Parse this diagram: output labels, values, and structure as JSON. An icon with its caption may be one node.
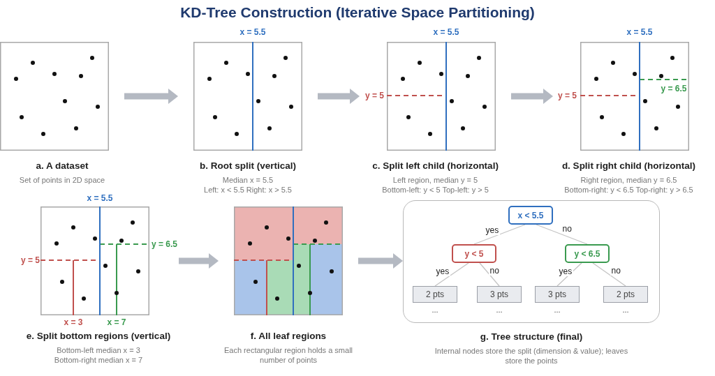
{
  "diagram": {
    "title": "KD-Tree Construction (Iterative Space Partitioning)",
    "nodes": [
      {
        "text": [
          "a. A dataset",
          "Set of points in 2D space"
        ]
      },
      {
        "text": [
          "b. Root split (vertical)",
          "Median x = 5.5",
          "Left: x < 5.5 Right: x > 5.5"
        ],
        "beside": [
          "x = 5.5"
        ]
      },
      {
        "text": [
          "c. Split left child (horizontal)",
          "Left region, median y = 5",
          "Bottom-left: y < 5 Top-left: y > 5"
        ],
        "beside": [
          "x = 5.5",
          "y = 5"
        ]
      },
      {
        "text": [
          "d. Split right child (horizontal)",
          "Right region, median y = 6.5",
          "Bottom-right: y < 6.5 Top-right: y > 6.5"
        ],
        "beside": [
          "x = 5.5",
          "y = 5"
        ]
      },
      {
        "text": [
          "e. Split bottom regions (vertical)",
          "Bottom-left median x = 3",
          "Bottom-right median x = 7"
        ],
        "beside": [
          "x = 5.5",
          "y = 6.5",
          "y = 5",
          "x = 3",
          "x = 7"
        ]
      },
      {
        "text": [
          "f. All leaf regions",
          "Each rectangular region holds a small number of points"
        ]
      },
      {
        "text": [
          "g. Tree structure (final)",
          "Internal nodes store the split (dimension & value); leaves store the points"
        ]
      },
      {
        "text": [
          "x < 5.5"
        ],
        "in": 6
      },
      {
        "text": [
          "y < 5"
        ],
        "in": 6
      },
      {
        "text": [
          "y < 6.5"
        ],
        "in": 6
      },
      {
        "text": [
          "2 pts"
        ],
        "in": 6,
        "beside": [
          "..."
        ]
      },
      {
        "text": [
          "3 pts"
        ],
        "in": 6,
        "beside": [
          "..."
        ]
      },
      {
        "text": [
          "3 pts"
        ],
        "in": 6,
        "beside": [
          "..."
        ]
      },
      {
        "text": [
          "2 pts"
        ],
        "in": 6,
        "beside": [
          "..."
        ]
      }
    ],
    "edges": [
      {
        "from": 0,
        "to": 1,
        "arrow": "to",
        "style": "thick",
        "color": "#b4b9c2"
      },
      {
        "from": 1,
        "to": 2,
        "arrow": "to",
        "style": "thick",
        "color": "#b4b9c2"
      },
      {
        "from": 2,
        "to": 3,
        "arrow": "to",
        "style": "thick",
        "color": "#b4b9c2"
      },
      {
        "from": 4,
        "to": 5,
        "arrow": "to",
        "style": "thick",
        "color": "#b4b9c2"
      },
      {
        "from": 5,
        "to": 6,
        "arrow": "to",
        "style": "thick",
        "color": "#b4b9c2"
      },
      {
        "from": 7,
        "to": 8,
        "label": "yes",
        "arrow": "none"
      },
      {
        "from": 7,
        "to": 9,
        "label": "no",
        "arrow": "none"
      },
      {
        "from": 8,
        "to": 10,
        "label": "yes",
        "arrow": "none"
      },
      {
        "from": 8,
        "to": 11,
        "label": "no",
        "arrow": "none"
      },
      {
        "from": 9,
        "to": 12,
        "label": "yes",
        "arrow": "none"
      },
      {
        "from": 9,
        "to": 13,
        "label": "no",
        "arrow": "none"
      }
    ],
    "labels": [
      "y = 6.5"
    ]
  }
}
